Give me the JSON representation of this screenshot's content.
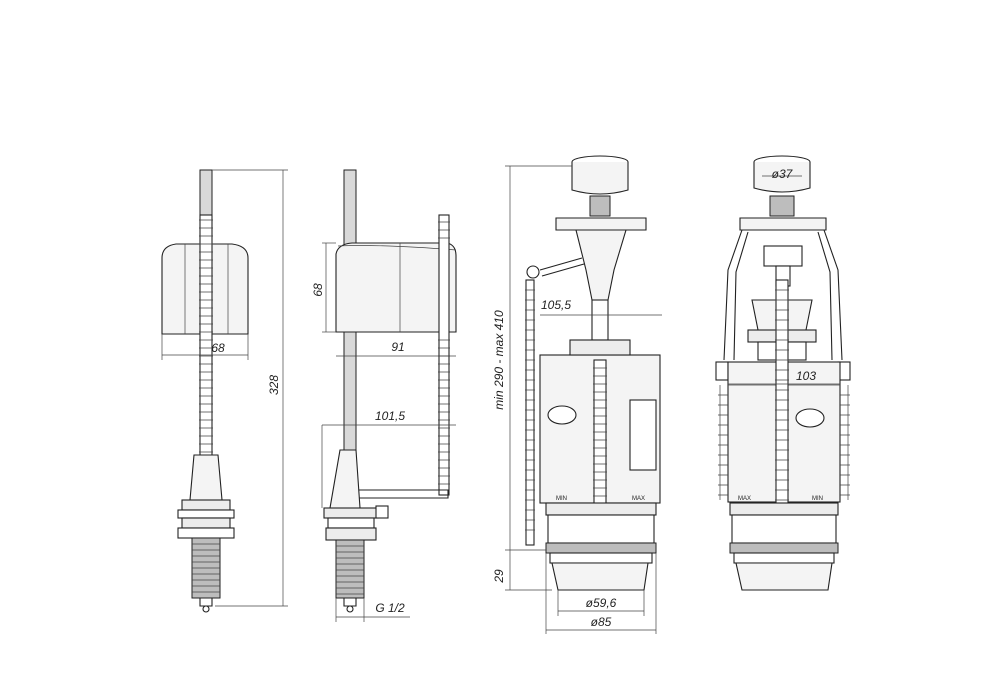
{
  "views": [
    {
      "id": "fill-valve-bottom-front",
      "dimensions": [
        "68",
        "328"
      ]
    },
    {
      "id": "fill-valve-bottom-side",
      "dimensions": [
        "68",
        "91",
        "101,5",
        "G 1/2"
      ]
    },
    {
      "id": "flush-valve-front",
      "dimensions": [
        "min 290 - max 410",
        "105,5",
        "29",
        "ø59,6",
        "ø85"
      ],
      "markings": [
        "MIN",
        "MAX"
      ]
    },
    {
      "id": "flush-valve-side",
      "dimensions": [
        "ø37",
        "103"
      ],
      "markings": [
        "MAX",
        "MIN"
      ]
    }
  ],
  "colors": {
    "line": "#222222",
    "fill": "#f4f4f4"
  }
}
